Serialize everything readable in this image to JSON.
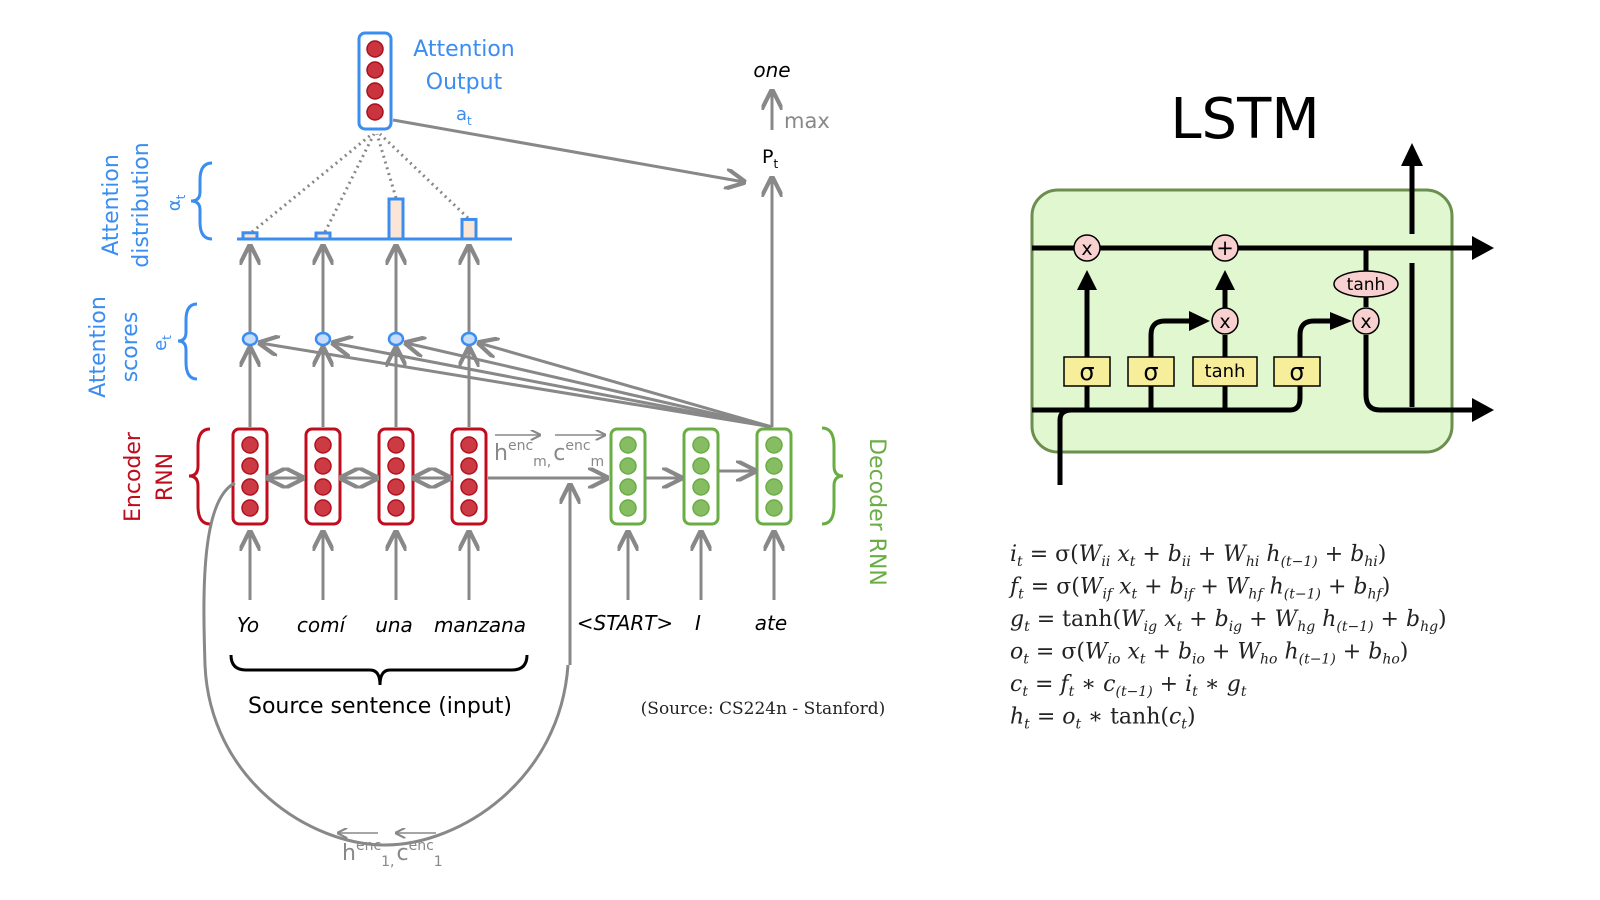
{
  "attention_diagram": {
    "attention_output": {
      "title_line1": "Attention",
      "title_line2": "Output",
      "symbol": "a",
      "symbol_sub": "t"
    },
    "attention_distribution": {
      "line1": "Attention",
      "line2": "distribution",
      "symbol": "α",
      "symbol_sub": "t",
      "weights": [
        0.07,
        0.05,
        0.45,
        0.22
      ]
    },
    "attention_scores": {
      "line1": "Attention",
      "line2": "scores",
      "symbol": "e",
      "symbol_sub": "t"
    },
    "encoder": {
      "line1": "Encoder",
      "line2": "RNN",
      "color": "#c00d1e"
    },
    "decoder": {
      "label": "Decoder RNN",
      "color": "#6aad45"
    },
    "output": {
      "word": "one",
      "op": "max",
      "prob": "P",
      "prob_sub": "t"
    },
    "hidden_last": {
      "h": "h",
      "h_sup": "enc",
      "h_sub": "m,",
      "c": "c",
      "c_sup": "enc",
      "c_sub": "m"
    },
    "hidden_first": {
      "h": "h",
      "h_sup": "enc",
      "h_sub": "1,",
      "c": "c",
      "c_sup": "enc",
      "c_sub": "1"
    },
    "source_words": [
      "Yo",
      "comí",
      "una",
      "manzana"
    ],
    "target_words": [
      "<START>",
      "I",
      "ate"
    ],
    "source_caption": "Source sentence (input)",
    "credit": "(Source: CS224n - Stanford)",
    "accent_color": "#3b8ef0"
  },
  "lstm": {
    "title": "LSTM",
    "ops": {
      "mult": "x",
      "add": "+",
      "tanh": "tanh"
    },
    "gates": [
      "σ",
      "σ",
      "tanh",
      "σ"
    ],
    "cell_color": "#e1f7d0",
    "gate_color": "#f7ee9b",
    "op_color": "#f8d0d0"
  },
  "equations": [
    {
      "lhs": "i",
      "lhs_sub": "t",
      "rhs": "= σ(W_ii x_t + b_ii + W_hi h_(t−1) + b_hi)"
    },
    {
      "lhs": "f",
      "lhs_sub": "t",
      "rhs": "= σ(W_if x_t + b_if + W_hf h_(t−1) + b_hf)"
    },
    {
      "lhs": "g",
      "lhs_sub": "t",
      "rhs": "= tanh(W_ig x_t + b_ig + W_hg h_(t−1) + b_hg)"
    },
    {
      "lhs": "o",
      "lhs_sub": "t",
      "rhs": "= σ(W_io x_t + b_io + W_ho h_(t−1) + b_ho)"
    },
    {
      "lhs": "c",
      "lhs_sub": "t",
      "rhs": "= f_t ∗ c_(t−1) + i_t ∗ g_t"
    },
    {
      "lhs": "h",
      "lhs_sub": "t",
      "rhs": "= o_t ∗ tanh(c_t)"
    }
  ]
}
